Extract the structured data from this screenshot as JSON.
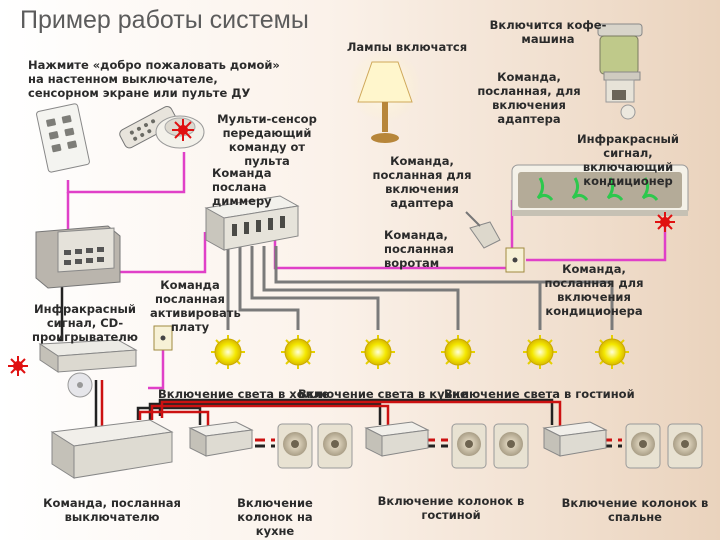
{
  "title": "Пример работы системы",
  "labels": {
    "press_switch": "Нажмите «добро пожаловать домой» на настенном выключателе, сенсорном экране или пульте ДУ",
    "multisensor": "Мульти-сенсор передающий команду от пульта",
    "lamps_on": "Лампы включатся",
    "coffee_on": "Включится кофе-машина",
    "cmd_adapter_top": "Команда, посланная, для включения адаптера",
    "ir_ac": "Инфракрасный сигнал, включающий кондиционер",
    "cmd_adapter_mid": "Команда, посланная для включения адаптера",
    "cmd_dimmer": "Команда послана диммеру",
    "cmd_gate": "Команда, посланная воротам",
    "cmd_ac": "Команда, посланная для включения кондиционера",
    "cmd_activate": "Команда посланная активировать плату",
    "ir_cd": "Инфракрасный сигнал, CD-проигрывателю",
    "light_hall": "Включение света в холле",
    "light_kitchen": "Включение света в кухне",
    "light_living": "Включение света в гостиной",
    "cmd_switch": "Команда, посланная выключателю",
    "speakers_kitchen": "Включение колонок на кухне",
    "speakers_living": "Включение колонок в гостиной",
    "speakers_bedroom": "Включение колонок в спальне"
  },
  "colors": {
    "pink_wire": "#e040c8",
    "gray_wire": "#7a7a7a",
    "red_wire": "#cc1111",
    "bulb": "#f2e000",
    "title": "#5c5c5c"
  }
}
